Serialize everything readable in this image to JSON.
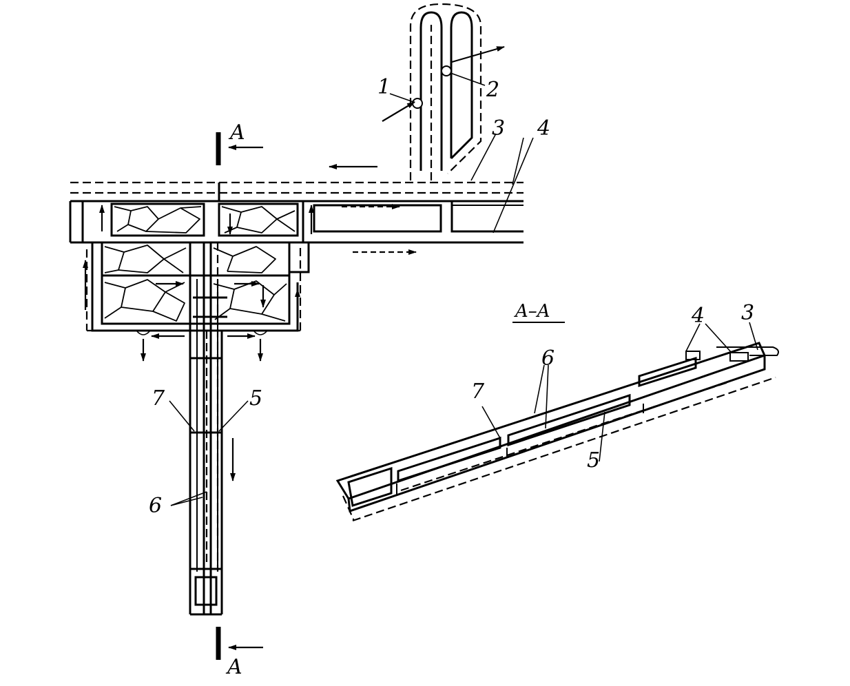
{
  "labels": {
    "l1": "1",
    "l2": "2",
    "l3": "3",
    "l4": "4",
    "l5": "5",
    "l6": "6",
    "l7": "7",
    "cut_top": "A",
    "cut_bottom": "A",
    "section_title": "A–A",
    "s3": "3",
    "s4": "4",
    "s5": "5",
    "s6": "6",
    "s7": "7"
  }
}
